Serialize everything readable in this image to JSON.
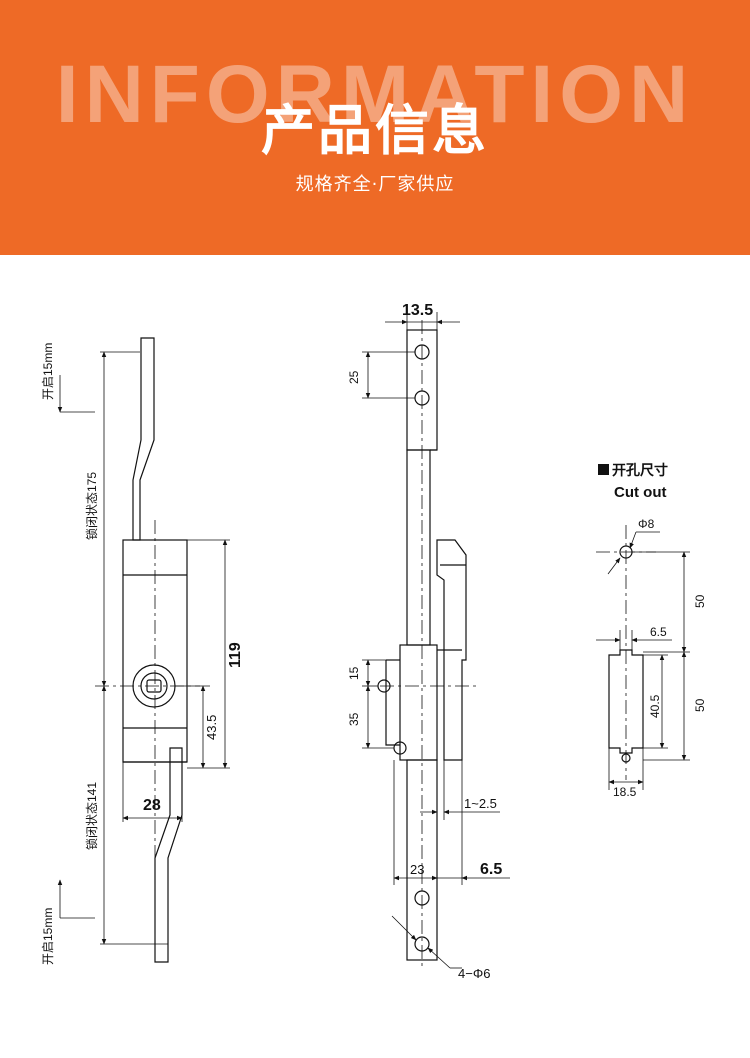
{
  "banner": {
    "bg_word": "INFORMATION",
    "title": "产品信息",
    "subtitle": "规格齐全·厂家供应",
    "color": "#ee6a26"
  },
  "drawing": {
    "left_view": {
      "open_top": "开启15mm",
      "locked_top": "锁闭状态175",
      "dim_119": "119",
      "dim_43_5": "43.5",
      "dim_28": "28",
      "locked_bottom": "锁闭状态141",
      "open_bottom": "开启15mm"
    },
    "side_view": {
      "dim_13_5": "13.5",
      "dim_25": "25",
      "dim_15": "15",
      "dim_35": "35",
      "dim_1_2_5": "1~2.5",
      "dim_23": "23",
      "dim_6_5": "6.5",
      "holes": "4−Φ6"
    },
    "cutout": {
      "title_cn": "开孔尺寸",
      "title_en": "Cut out",
      "phi8": "Φ8",
      "dim_50_top": "50",
      "dim_6_5": "6.5",
      "dim_40_5": "40.5",
      "dim_50_bottom": "50",
      "dim_18_5": "18.5"
    }
  }
}
